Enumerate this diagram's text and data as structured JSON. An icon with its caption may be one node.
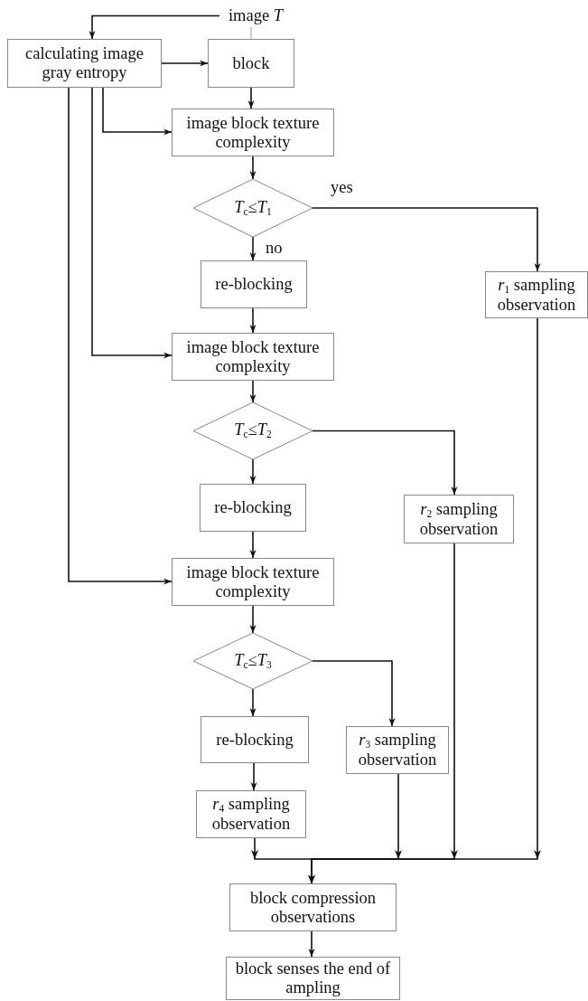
{
  "diagram": {
    "nodes": [
      {
        "text": [
          "image *T*"
        ]
      },
      {
        "text": [
          "calculating image gray entropy"
        ]
      },
      {
        "text": [
          "block"
        ]
      },
      {
        "text": [
          "image block texture complexity"
        ]
      },
      {
        "text": [
          "*T*$_{c}$≤*T*$_{1}$"
        ]
      },
      {
        "text": [
          "re-blocking"
        ]
      },
      {
        "text": [
          "*r*$_{1}$ sampling observation"
        ]
      },
      {
        "text": [
          "image block texture complexity"
        ]
      },
      {
        "text": [
          "*T*$_{c}$≤*T*$_{2}$"
        ]
      },
      {
        "text": [
          "re-blocking"
        ]
      },
      {
        "text": [
          "*r*$_{2}$ sampling observation"
        ]
      },
      {
        "text": [
          "image block texture complexity"
        ]
      },
      {
        "text": [
          "*T*$_{c}$≤*T*$_{3}$"
        ]
      },
      {
        "text": [
          "re-blocking"
        ]
      },
      {
        "text": [
          "*r*$_{3}$ sampling observation"
        ]
      },
      {
        "text": [
          "*r*$_{4}$ sampling observation"
        ]
      },
      {
        "text": [
          "block compression observations"
        ]
      },
      {
        "text": [
          "block senses the end of ampling"
        ]
      }
    ],
    "edges": [
      {
        "from": 0,
        "to": 1,
        "arrow": "to"
      },
      {
        "from": 0,
        "to": 2,
        "arrow": "none",
        "color": "#999999"
      },
      {
        "from": 1,
        "to": 2,
        "arrow": "to"
      },
      {
        "from": 2,
        "to": 3,
        "arrow": "to"
      },
      {
        "from": 1,
        "to": 3,
        "arrow": "to"
      },
      {
        "from": 3,
        "to": 4,
        "arrow": "to"
      },
      {
        "from": 4,
        "to": 6,
        "arrow": "to",
        "label": "yes"
      },
      {
        "from": 4,
        "to": 5,
        "arrow": "to",
        "label": "no"
      },
      {
        "from": 5,
        "to": 7,
        "arrow": "to"
      },
      {
        "from": 1,
        "to": 7,
        "arrow": "to"
      },
      {
        "from": 7,
        "to": 8,
        "arrow": "to"
      },
      {
        "from": 8,
        "to": 9,
        "arrow": "to"
      },
      {
        "from": 8,
        "to": 10,
        "arrow": "to"
      },
      {
        "from": 9,
        "to": 11,
        "arrow": "to"
      },
      {
        "from": 1,
        "to": 11,
        "arrow": "to"
      },
      {
        "from": 11,
        "to": 12,
        "arrow": "to"
      },
      {
        "from": 12,
        "to": 13,
        "arrow": "to"
      },
      {
        "from": 12,
        "to": 14,
        "arrow": "to"
      },
      {
        "from": 13,
        "to": 15,
        "arrow": "to"
      },
      {
        "from": 15,
        "to": 16,
        "arrow": "to"
      },
      {
        "from": 14,
        "to": 16,
        "arrow": "to"
      },
      {
        "from": 10,
        "to": 16,
        "arrow": "to"
      },
      {
        "from": 6,
        "to": 16,
        "arrow": "to"
      },
      {
        "from": 16,
        "to": 17,
        "arrow": "to"
      }
    ]
  }
}
